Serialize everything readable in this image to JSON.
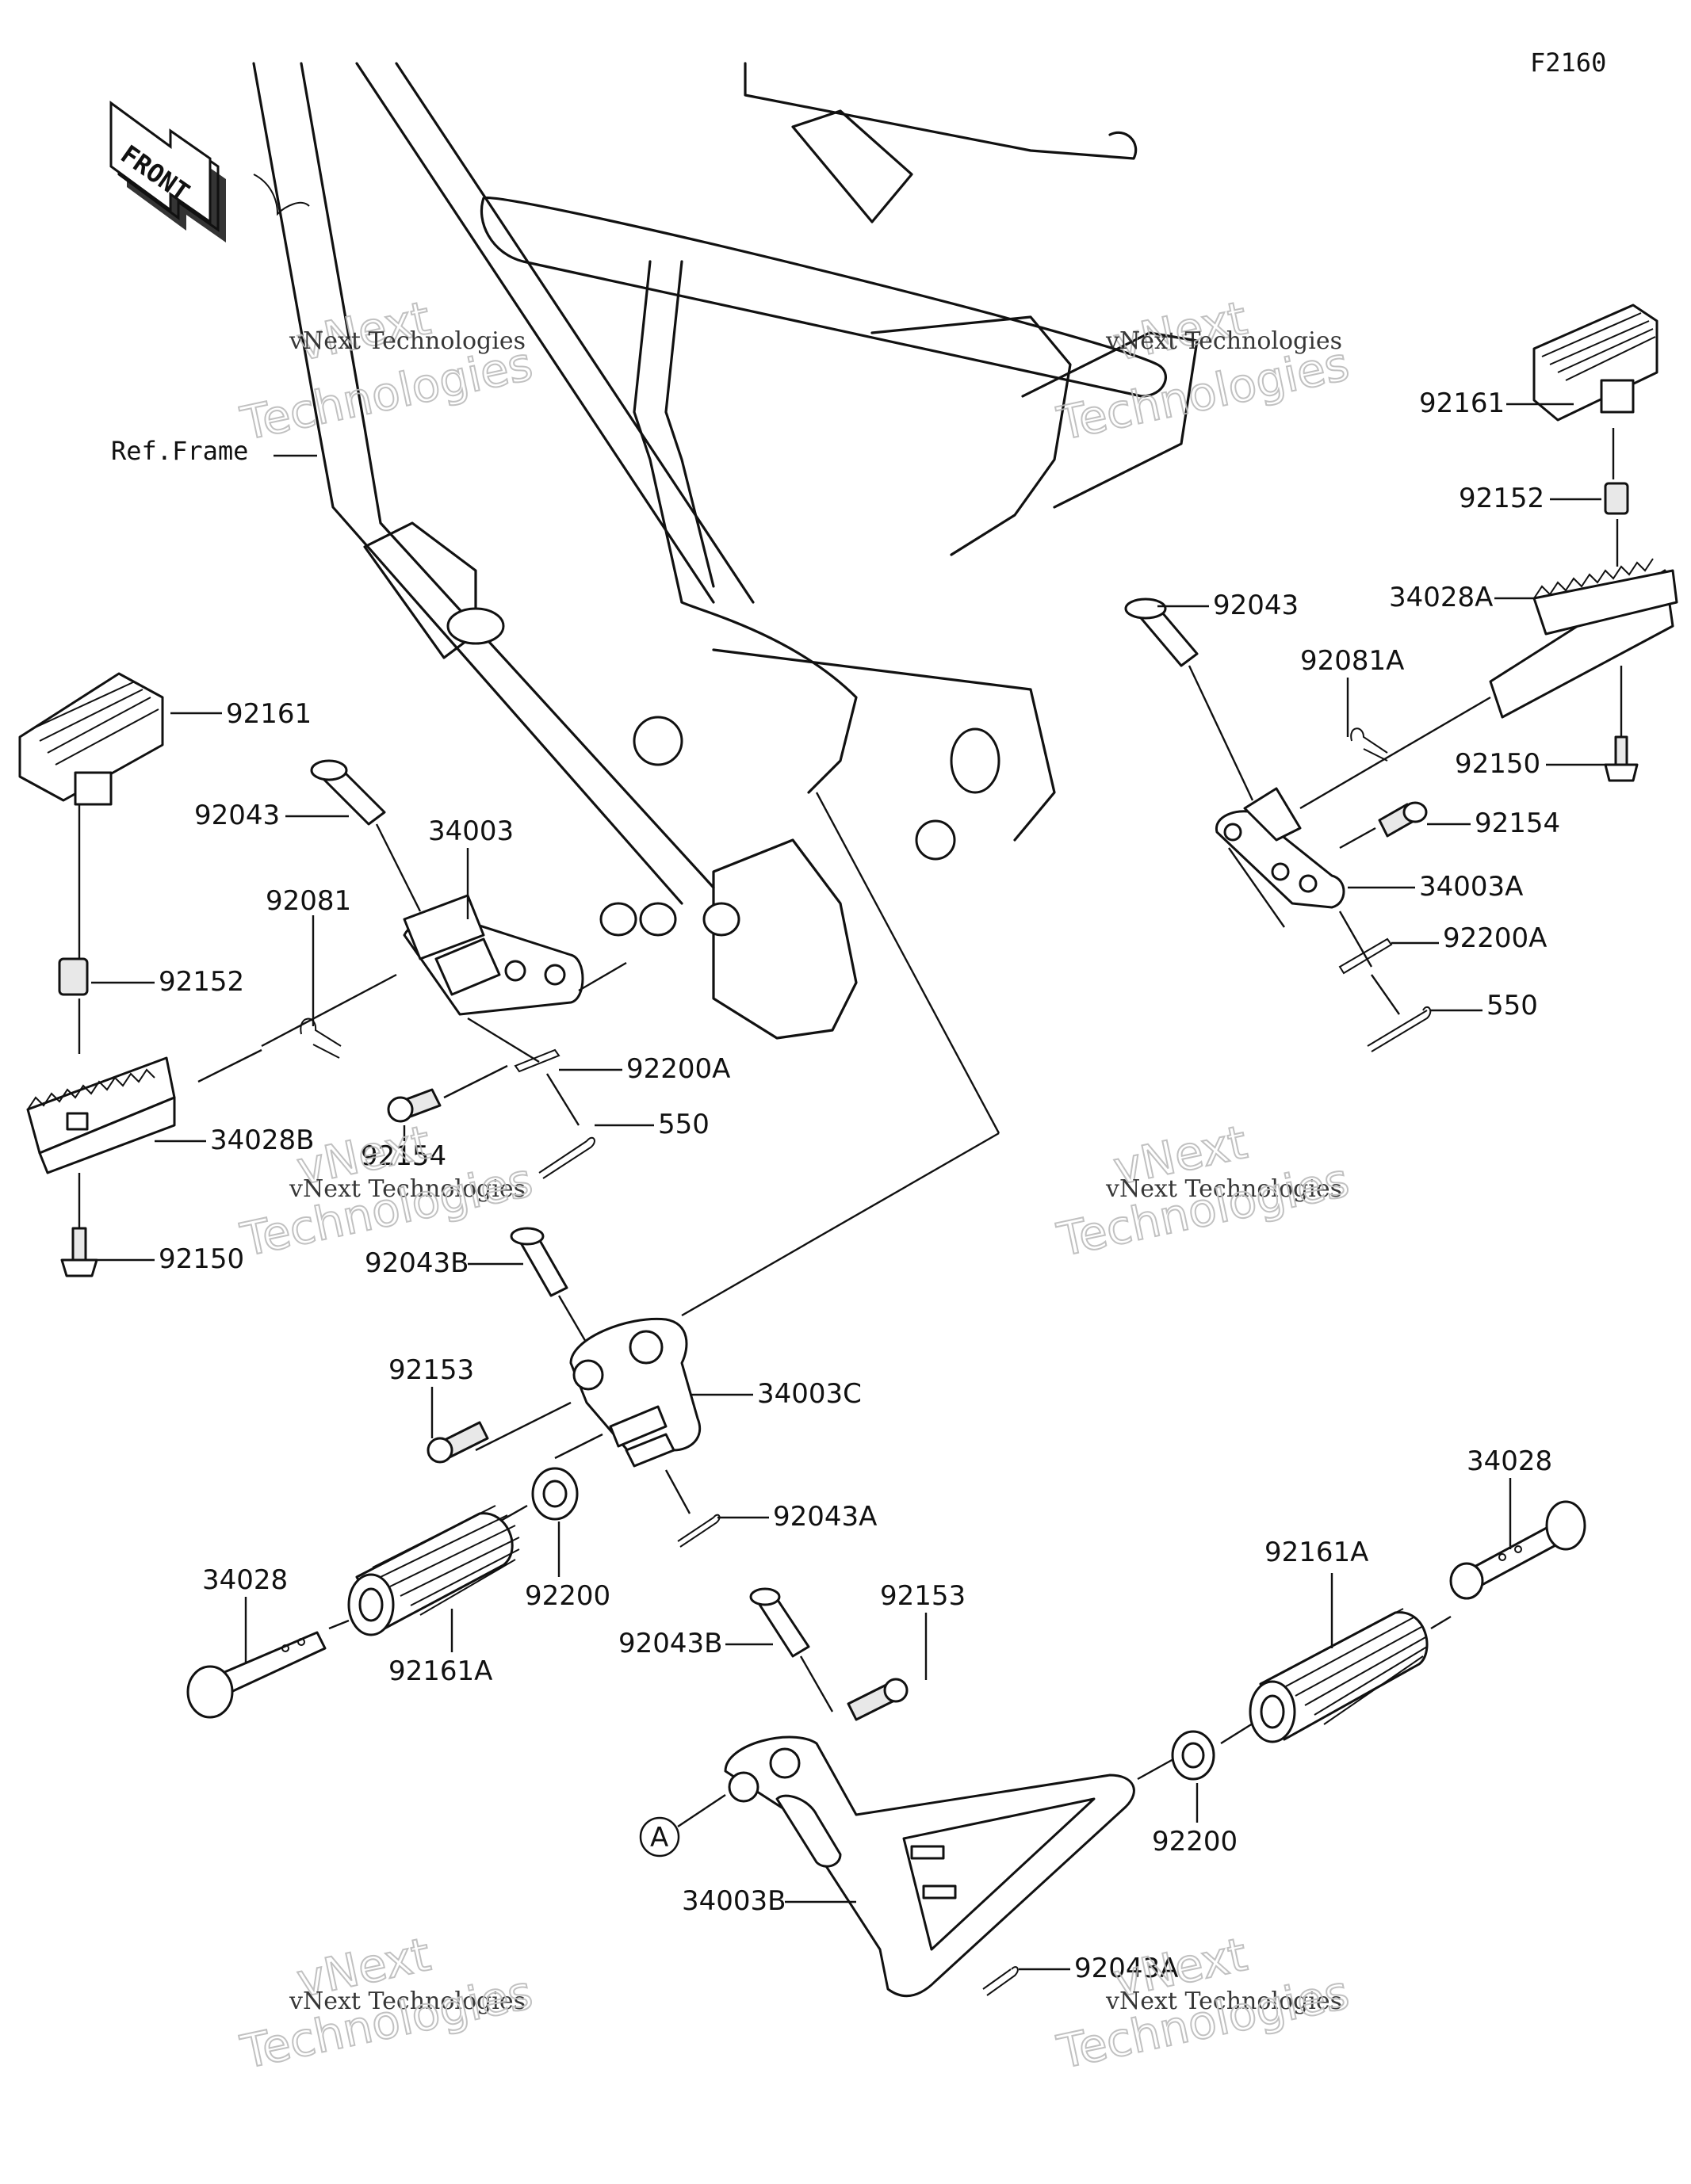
{
  "figure_code": "F2160",
  "front_label": "FRONT",
  "ref_frame": "Ref.Frame",
  "watermark": {
    "line1": "vNext Technologies",
    "line2": "Technologies",
    "line3": "vNext"
  },
  "callout_a": "A",
  "labels": {
    "p92161_r": "92161",
    "p92152_r": "92152",
    "p34028A": "34028A",
    "p92043_r": "92043",
    "p92081A": "92081A",
    "p92150_r": "92150",
    "p92154_r": "92154",
    "p34003A": "34003A",
    "p92200A_r": "92200A",
    "p550_r": "550",
    "p92161_l": "92161",
    "p92043_l": "92043",
    "p34003": "34003",
    "p92081": "92081",
    "p92152_l": "92152",
    "p92200A_l": "92200A",
    "p550_l": "550",
    "p34028B": "34028B",
    "p92154_l": "92154",
    "p92150_l": "92150",
    "p92043B_1": "92043B",
    "p92153_1": "92153",
    "p34003C": "34003C",
    "p92043A_1": "92043A",
    "p34028_l": "34028",
    "p92200_l": "92200",
    "p92161A_l": "92161A",
    "p92153_2": "92153",
    "p92043B_2": "92043B",
    "p34003B": "34003B",
    "p92043A_2": "92043A",
    "p92200_r": "92200",
    "p92161A_r": "92161A",
    "p34028_r": "34028"
  }
}
